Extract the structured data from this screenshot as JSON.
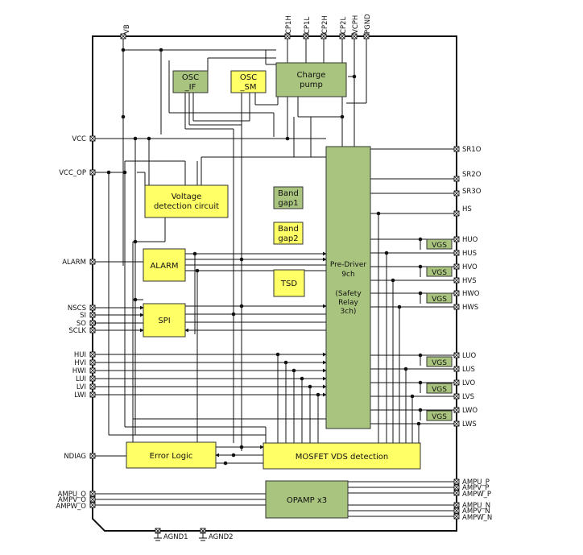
{
  "colors": {
    "yellow_block": "#ffff66",
    "green_block": "#a9c47f",
    "vgs_green": "#a9c47f",
    "vgs_border": "#333333",
    "wire": "#111111"
  },
  "top_pins": [
    "VB",
    "CP1H",
    "CP1L",
    "CP2H",
    "CP2L",
    "VCPH",
    "PGND"
  ],
  "left_pins": {
    "vcc": "VCC",
    "vcc_op": "VCC_OP",
    "alarm": "ALARM",
    "nscs": "NSCS",
    "si": "SI",
    "so": "SO",
    "sclk": "SCLK",
    "hui": "HUI",
    "hvi": "HVI",
    "hwi": "HWI",
    "lui": "LUI",
    "lvi": "LVI",
    "lwi": "LWI",
    "ndiag": "NDIAG",
    "ampu_o": "AMPU_O",
    "ampv_o": "AMPV_O",
    "ampw_o": "AMPW_O"
  },
  "right_pins": {
    "sr1o": "SR1O",
    "sr2o": "SR2O",
    "sr3o": "SR3O",
    "hs": "HS",
    "huo": "HUO",
    "hus": "HUS",
    "hvo": "HVO",
    "hvs": "HVS",
    "hwo": "HWO",
    "hws": "HWS",
    "luo": "LUO",
    "lus": "LUS",
    "lvo": "LVO",
    "lvs": "LVS",
    "lwo": "LWO",
    "lws": "LWS",
    "ampu_p": "AMPU_P",
    "ampv_p": "AMPV_P",
    "ampw_p": "AMPW_P",
    "ampu_n": "AMPU_N",
    "ampv_n": "AMPV_N",
    "ampw_n": "AMPW_N"
  },
  "bottom_pins": [
    "AGND1",
    "AGND2"
  ],
  "blocks": {
    "osc_if": [
      "OSC",
      "_IF"
    ],
    "osc_sm": [
      "OSC",
      "_SM"
    ],
    "charge_pump": [
      "Charge",
      "pump"
    ],
    "voltage_detection": [
      "Voltage",
      "detection circuit"
    ],
    "bandgap1": [
      "Band",
      "gap1"
    ],
    "bandgap2": [
      "Band",
      "gap2"
    ],
    "tsd": "TSD",
    "alarm": "ALARM",
    "spi": "SPI",
    "pre_driver": [
      "Pre-Driver",
      "9ch",
      "(Safety",
      "Relay",
      "3ch)"
    ],
    "error_logic": "Error Logic",
    "mosfet_vds": "MOSFET VDS detection",
    "opamp": "OPAMP x3",
    "vgs": "VGS"
  }
}
